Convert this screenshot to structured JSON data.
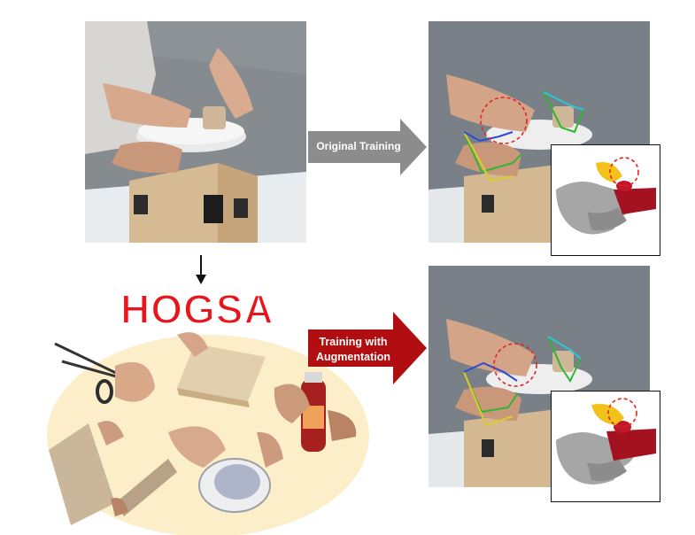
{
  "labels": {
    "top_arrow": "Original Training",
    "bottom_arrow_line1": "Training with",
    "bottom_arrow_line2": "Augmentation",
    "method": "HOGSA"
  },
  "colors": {
    "gray_arrow": "#8c8c8c",
    "red_arrow": "#b10e12",
    "method_text": "#e8151c",
    "augment_blob": "#fbeec9",
    "hand_mesh": "#a6a6a6",
    "object_mesh": "#a5121f",
    "object_top": "#f2c21a",
    "dashed_circle": "#e1261c"
  },
  "icons": [
    "scissors-icon",
    "box-icon",
    "bottle-icon",
    "laptop-icon",
    "scale-icon",
    "hand-icon"
  ]
}
